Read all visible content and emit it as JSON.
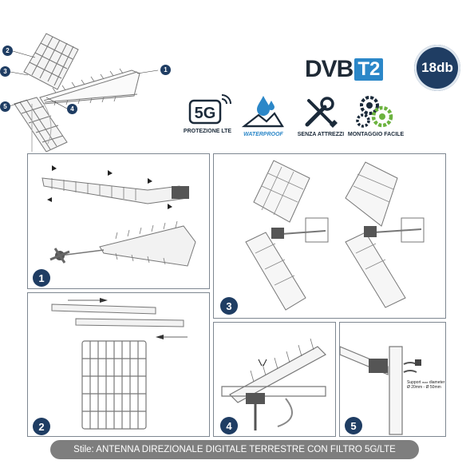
{
  "hero": {
    "callouts": [
      "2",
      "3",
      "1",
      "5",
      "4"
    ]
  },
  "logos": {
    "dvb_text": "DVB",
    "dvb_t2": "T2",
    "gain_badge": "18db"
  },
  "features": [
    {
      "icon": "5g-signal-icon",
      "title": "5G",
      "caption": "PROTEZIONE LTE"
    },
    {
      "icon": "water-drop-icon",
      "caption": "WATERPROOF"
    },
    {
      "icon": "tools-icon",
      "caption": "SENZA ATTREZZI"
    },
    {
      "icon": "gears-icon",
      "caption": "MONTAGGIO FACILE"
    }
  ],
  "steps": [
    "1",
    "2",
    "3",
    "4",
    "5"
  ],
  "support_label": {
    "line1": "Support",
    "max": "max",
    "diameter": "diameter",
    "range": "Ø 20mm - Ø 50mm"
  },
  "caption": "Stile: ANTENNA DIREZIONALE DIGITALE TERRESTRE CON FILTRO 5G/LTE",
  "colors": {
    "navy": "#1f3d63",
    "accent_blue": "#2b87c8",
    "green": "#6cb33f"
  }
}
